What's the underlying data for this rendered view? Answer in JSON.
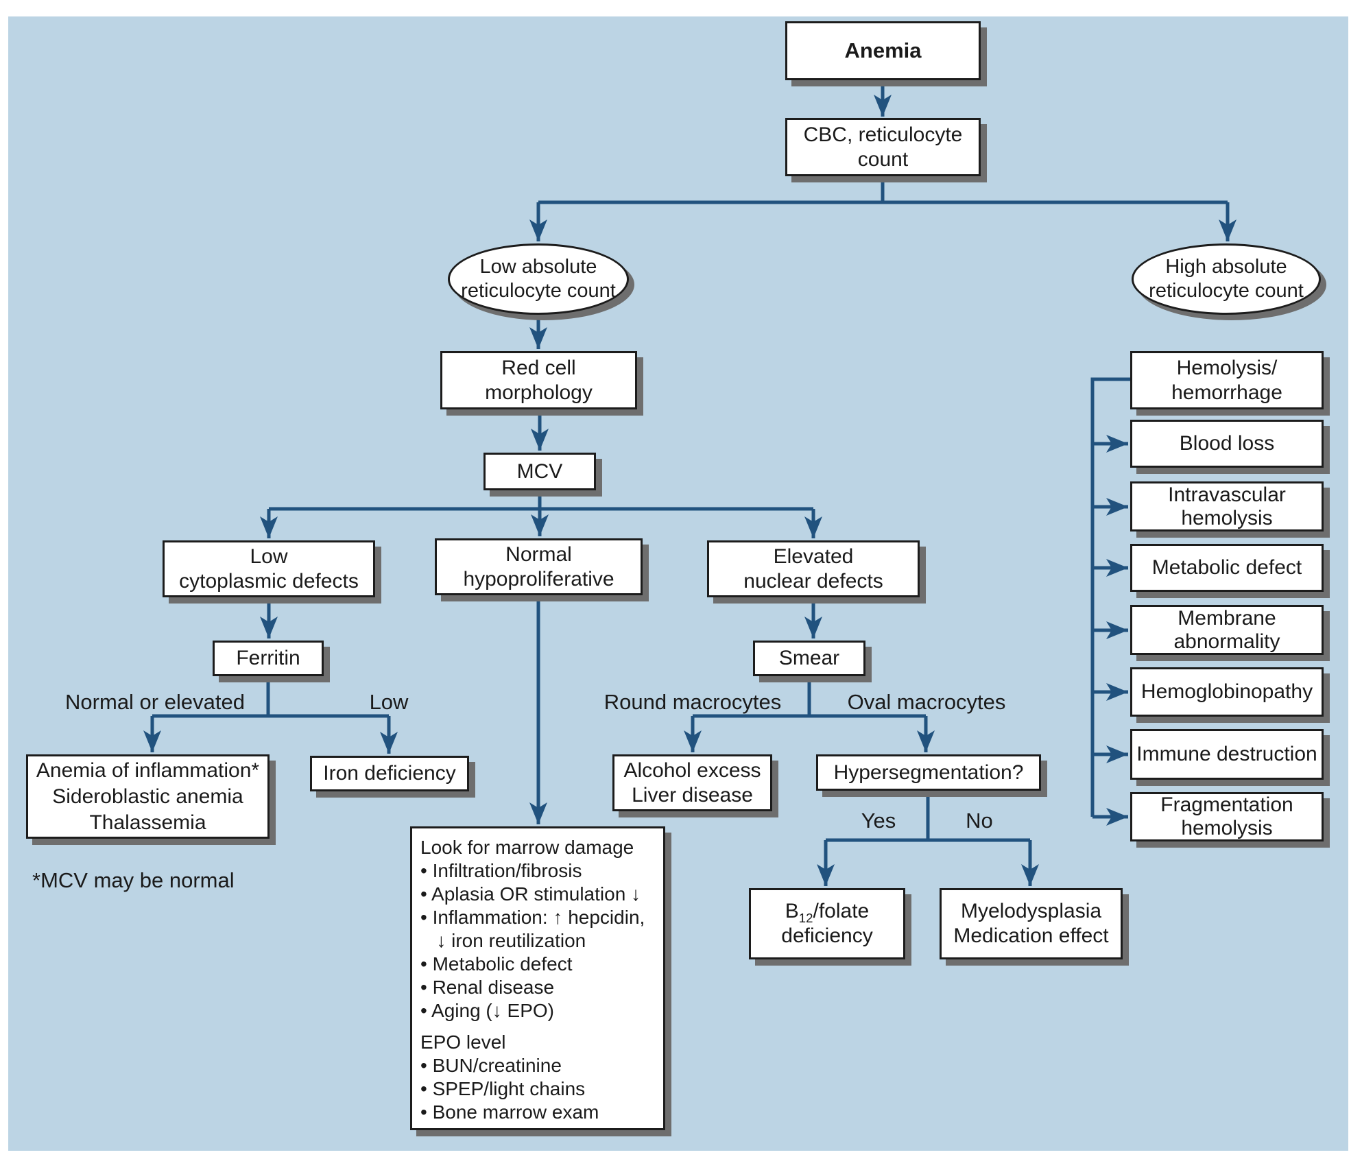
{
  "colors": {
    "background": "#bcd4e4",
    "line": "#21527e",
    "box_border": "#1c1c1c",
    "box_fill": "#ffffff",
    "shadow": "#6e6e6e",
    "text": "#1a1a1a"
  },
  "nodes": {
    "anemia": "Anemia",
    "cbc": "CBC, reticulocyte\ncount",
    "low_retic": "Low absolute\nreticulocyte count",
    "high_retic": "High absolute\nreticulocyte count",
    "red_cell": "Red cell\nmorphology",
    "mcv": "MCV",
    "low_cytoplasmic": "Low\ncytoplasmic defects",
    "normal_hypo": "Normal\nhypoproliferative",
    "elevated_nuclear": "Elevated\nnuclear defects",
    "ferritin": "Ferritin",
    "smear": "Smear",
    "anemia_inflammation": "Anemia of inflammation*\nSideroblastic anemia\nThalassemia",
    "iron_deficiency": "Iron deficiency",
    "alcohol_liver": "Alcohol excess\nLiver disease",
    "hypersegmentation": "Hypersegmentation?",
    "b12": {
      "prefix": "B",
      "sub": "12",
      "suffix": "/folate",
      "line2": "deficiency"
    },
    "myelodysplasia": "Myelodysplasia\nMedication effect",
    "marrow_damage_block": "Look for marrow damage\n• Infiltration/fibrosis\n• Aplasia OR stimulation ↓\n• Inflammation: ↑ hepcidin,\n   ↓ iron reutilization\n• Metabolic defect\n• Renal disease\n• Aging (↓ EPO)",
    "marrow_epo_block": "EPO level\n• BUN/creatinine\n• SPEP/light chains\n• Bone marrow exam",
    "hemolysis": "Hemolysis/\nhemorrhage",
    "blood_loss": "Blood loss",
    "intravascular": "Intravascular\nhemolysis",
    "metabolic_defect": "Metabolic defect",
    "membrane": "Membrane\nabnormality",
    "hemoglobinopathy": "Hemoglobinopathy",
    "immune": "Immune destruction",
    "fragmentation": "Fragmentation\nhemolysis"
  },
  "branch_labels": {
    "normal_or_elevated": "Normal or elevated",
    "low": "Low",
    "round_macrocytes": "Round macrocytes",
    "oval_macrocytes": "Oval macrocytes",
    "yes": "Yes",
    "no": "No"
  },
  "footnote": "*MCV may be normal"
}
